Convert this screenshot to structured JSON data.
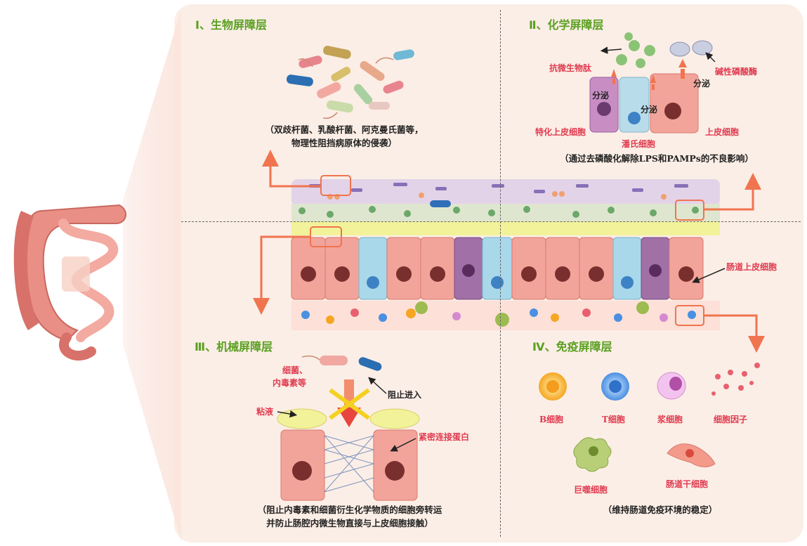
{
  "colors": {
    "section_title": "#5aa021",
    "label_red": "#e03a4f",
    "arrow_orange": "#f0744f",
    "panel_bg": "#fbeee6",
    "epithelial_pink": "#f3a49a",
    "goblet_blue": "#a8d8ea",
    "paneth_purple": "#a070a6"
  },
  "sections": {
    "physical": {
      "title": "Ⅰ、生物屏障层",
      "caption_line1": "（双歧杆菌、乳酸杆菌、阿克曼氏菌等，",
      "caption_line2": "物理性阻挡病原体的侵袭）"
    },
    "chemical": {
      "title": "Ⅱ、化学屏障层",
      "label_antimicrobial": "抗微生物肽",
      "label_alkaline": "碱性磷酸酶",
      "label_secrete1": "分泌",
      "label_secrete2": "分泌",
      "label_secrete3": "分泌",
      "label_specialized": "特化上皮细胞",
      "label_paneth": "潘氏细胞",
      "label_epithelial": "上皮细胞",
      "caption": "（通过去磷酸化解除LPS和PAMPs的不良影响）"
    },
    "mechanical": {
      "title": "Ⅲ、机械屏障层",
      "label_bacteria1": "细菌、",
      "label_bacteria2": "内毒素等",
      "label_block": "阻止进入",
      "label_mucus": "粘液",
      "label_tight": "紧密连接蛋白",
      "caption_line1": "（阻止内毒素和细菌衍生化学物质的细胞旁转运",
      "caption_line2": "并防止肠腔内微生物直接与上皮细胞接触）"
    },
    "immune": {
      "title": "Ⅳ、免疫屏障层",
      "cells": [
        {
          "name": "B细胞",
          "color": "#f5a623"
        },
        {
          "name": "T细胞",
          "color": "#4a90e2"
        },
        {
          "name": "浆细胞",
          "color": "#d58ad0"
        },
        {
          "name": "细胞因子",
          "color": "#e8606e"
        },
        {
          "name": "巨噬细胞",
          "color": "#9dbb50"
        },
        {
          "name": "肠道干细胞",
          "color": "#f07a6a"
        }
      ],
      "caption": "（维持肠道免疫环境的稳定）"
    }
  },
  "center": {
    "label_intestinal_epithelial": "肠道上皮细胞"
  }
}
